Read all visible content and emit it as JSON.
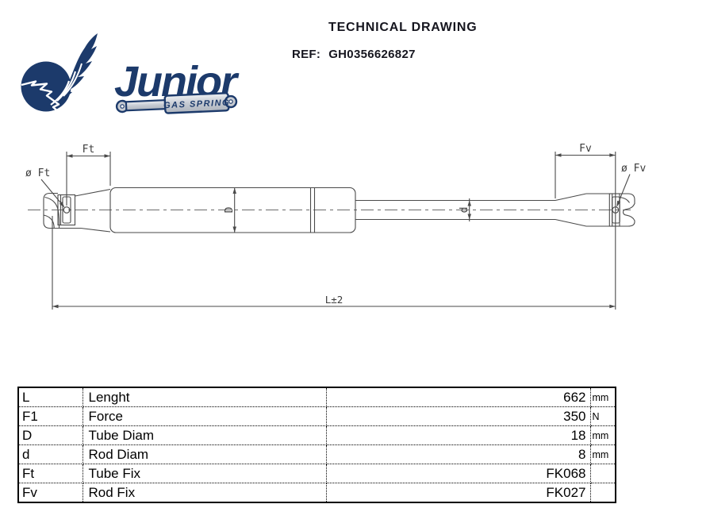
{
  "header": {
    "title": "TECHNICAL DRAWING",
    "ref_label": "REF:",
    "ref_value": "GH0356626827"
  },
  "logo": {
    "brand": "Junior",
    "tagline": "GAS SPRING",
    "brand_color": "#1c3a6b"
  },
  "drawing": {
    "labels": {
      "tube_fix_dim": "Ft",
      "rod_fix_dim": "Fv",
      "length_dim": "L±2",
      "tube_diam": "D",
      "rod_diam": "d",
      "tube_fix_dia": "ø Ft",
      "rod_fix_dia": "ø Fv"
    }
  },
  "spec_table": {
    "rows": [
      {
        "symbol": "L",
        "name": "Lenght",
        "value": "662",
        "unit": "mm"
      },
      {
        "symbol": "F1",
        "name": "Force",
        "value": "350",
        "unit": "N"
      },
      {
        "symbol": "D",
        "name": "Tube Diam",
        "value": "18",
        "unit": "mm"
      },
      {
        "symbol": "d",
        "name": "Rod Diam",
        "value": "8",
        "unit": "mm"
      },
      {
        "symbol": "Ft",
        "name": "Tube Fix",
        "value": "FK068",
        "unit": ""
      },
      {
        "symbol": "Fv",
        "name": "Rod Fix",
        "value": "FK027",
        "unit": ""
      }
    ]
  },
  "colors": {
    "brand_navy": "#1c3a6b",
    "line_gray": "#4a4a4a",
    "text_black": "#000000"
  }
}
